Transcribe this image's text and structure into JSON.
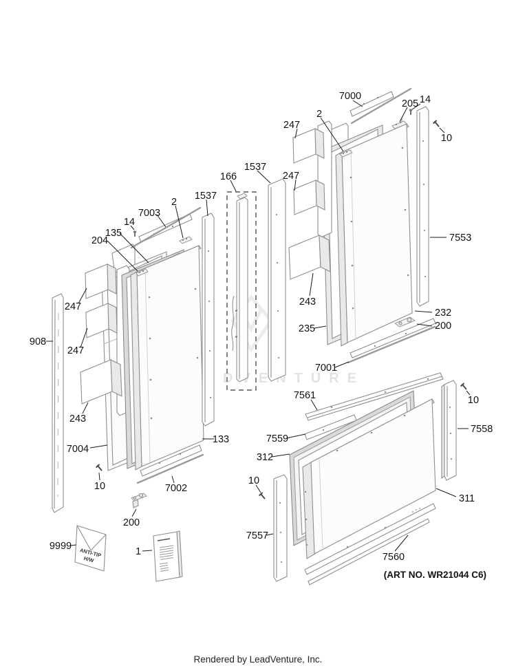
{
  "page": {
    "watermark": "LEADVENTURE",
    "art_no": "(ART NO. WR21044 C6)",
    "footer": "Rendered by LeadVenture, Inc."
  },
  "envelope": {
    "line1": "ANTI-TIP",
    "line2": "H/W"
  },
  "callouts": {
    "c7000": "7000",
    "c2r": "2",
    "c247r1": "247",
    "c205": "205",
    "c14r": "14",
    "c10r": "10",
    "c247r2": "247",
    "c243r": "243",
    "c235": "235",
    "c7553": "7553",
    "c232": "232",
    "c200r": "200",
    "c7001": "7001",
    "c1537a": "1537",
    "c166": "166",
    "c1537b": "1537",
    "c7003": "7003",
    "c2l": "2",
    "c14l": "14",
    "c135": "135",
    "c204": "204",
    "c908": "908",
    "c247l1": "247",
    "c247l2": "247",
    "c243l": "243",
    "c7004": "7004",
    "c10l": "10",
    "c133": "133",
    "c7002": "7002",
    "c200l": "200",
    "c9999": "9999",
    "c1": "1",
    "c7561": "7561",
    "c7559": "7559",
    "c312": "312",
    "c10bl": "10",
    "c7557": "7557",
    "c10br": "10",
    "c7558": "7558",
    "c311": "311",
    "c7560": "7560"
  }
}
